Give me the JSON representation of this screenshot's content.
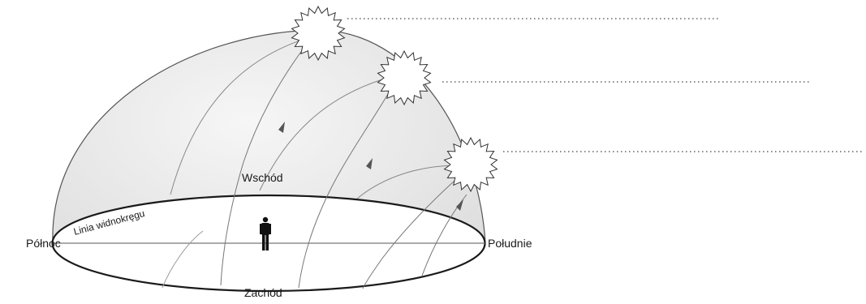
{
  "labels": {
    "north": "Północ",
    "south": "Południe",
    "east": "Wschód",
    "west": "Zachód",
    "horizon_line": "Linia widnokręgu"
  },
  "answer_lines": [
    {
      "sun": "high",
      "text": ""
    },
    {
      "sun": "middle",
      "text": ""
    },
    {
      "sun": "low",
      "text": ""
    }
  ],
  "colors": {
    "dome_fill": "#ededed",
    "stroke": "#1a1a1a",
    "sun_fill": "#ffffff",
    "dotted": "#444444",
    "person": "#111111"
  }
}
